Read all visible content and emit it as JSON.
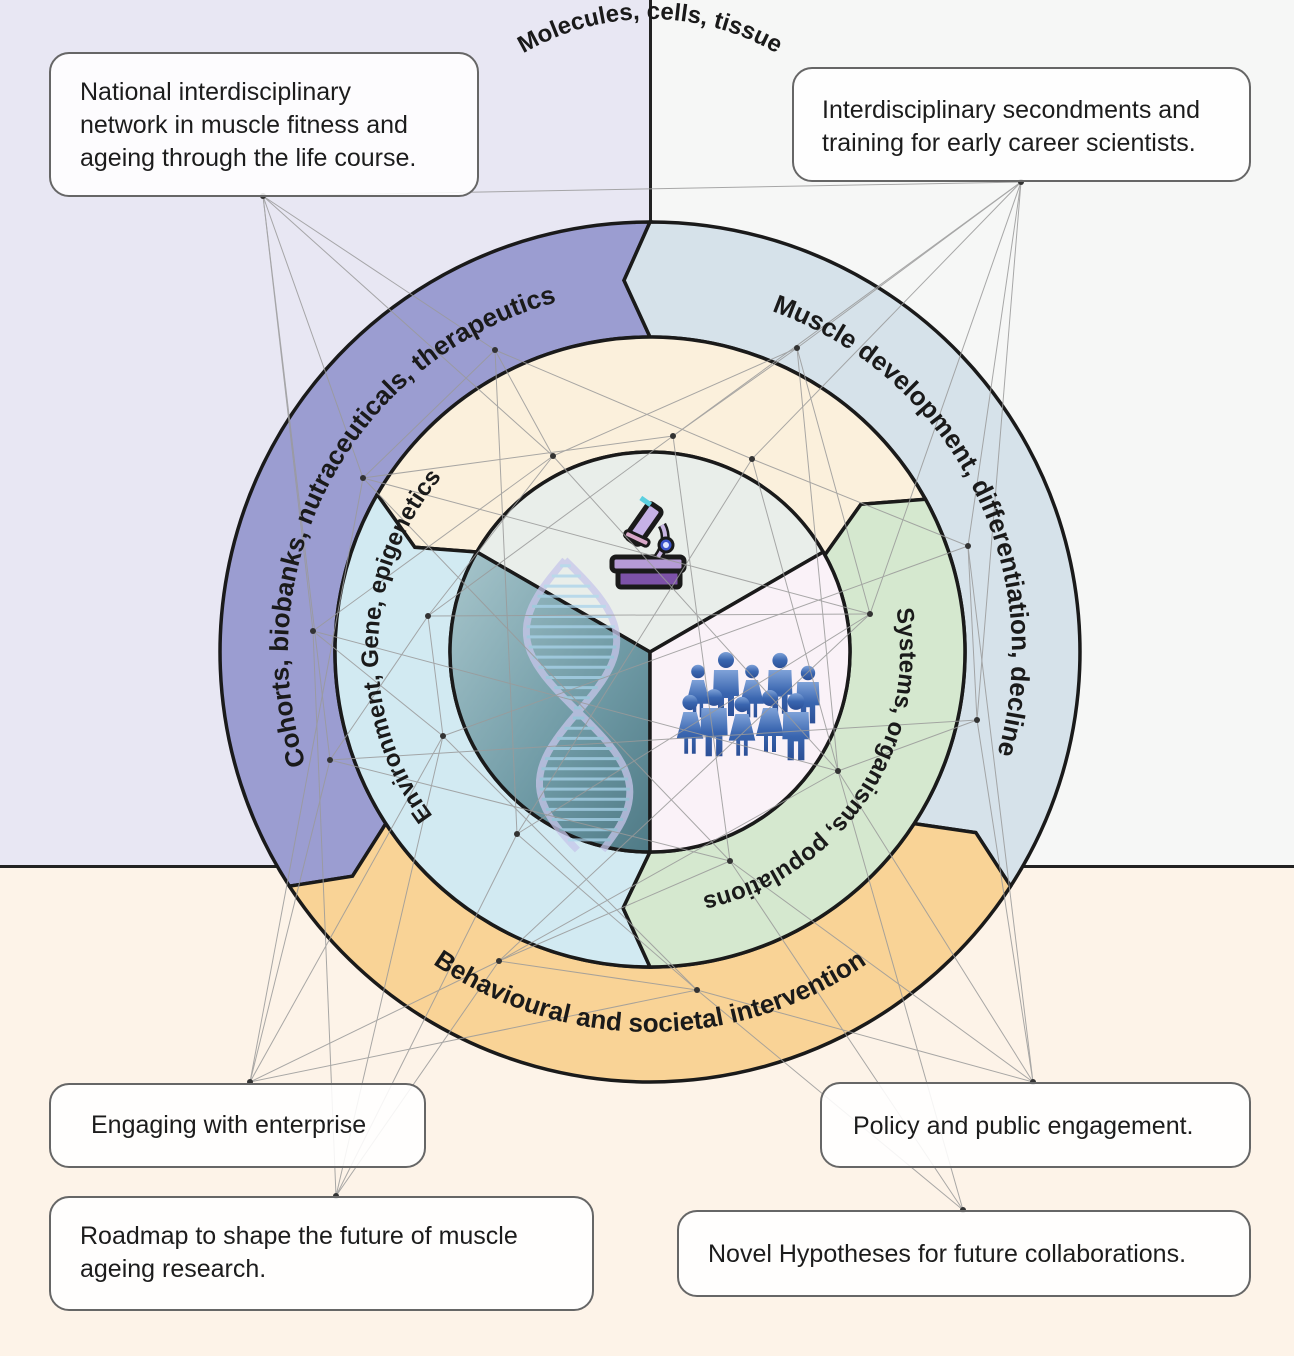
{
  "outcomes": {
    "network": [
      "National interdisciplinary",
      "network in muscle fitness and",
      "ageing through the life course."
    ],
    "secondments": [
      "Interdisciplinary secondments and",
      "training for early career scientists."
    ],
    "enterprise": [
      "Engaging with enterprise"
    ],
    "roadmap": [
      "Roadmap to shape the future of muscle",
      "ageing research."
    ],
    "policy": [
      "Policy and public engagement."
    ],
    "hypotheses": [
      "Novel Hypotheses for future collaborations."
    ]
  },
  "outer_ring": {
    "cohorts": "Cohorts, biobanks, nutraceuticals, therapeutics",
    "muscle": "Muscle development, differentiation, decline",
    "behavioural": "Behavioural and societal intervention"
  },
  "middle_ring": {
    "molecules": "Molecules, cells, tissue",
    "gene": "Environment, Gene, epigenetics",
    "systems": "Systems, organisms, populations"
  },
  "inner_icons": {
    "top": "microscope-icon",
    "left": "dna-helix-icon",
    "right": "people-group-icon"
  },
  "colors": {
    "quadrant_top_left": "#e8e7f3",
    "quadrant_top_right": "#f6f7f6",
    "quadrant_bottom": "#fdf3e8",
    "cohorts": "#9b9dd1",
    "muscle": "#d6e2ea",
    "behavioural": "#f9d396",
    "molecules": "#fbf0dc",
    "gene": "#d2eaf2",
    "systems": "#d5e8cf",
    "center_top": "#e9eeea",
    "center_left": "#6f9aa5",
    "center_right": "#faf2f8",
    "people": "#3a5fa8",
    "microscope": "#8a6bb8"
  }
}
